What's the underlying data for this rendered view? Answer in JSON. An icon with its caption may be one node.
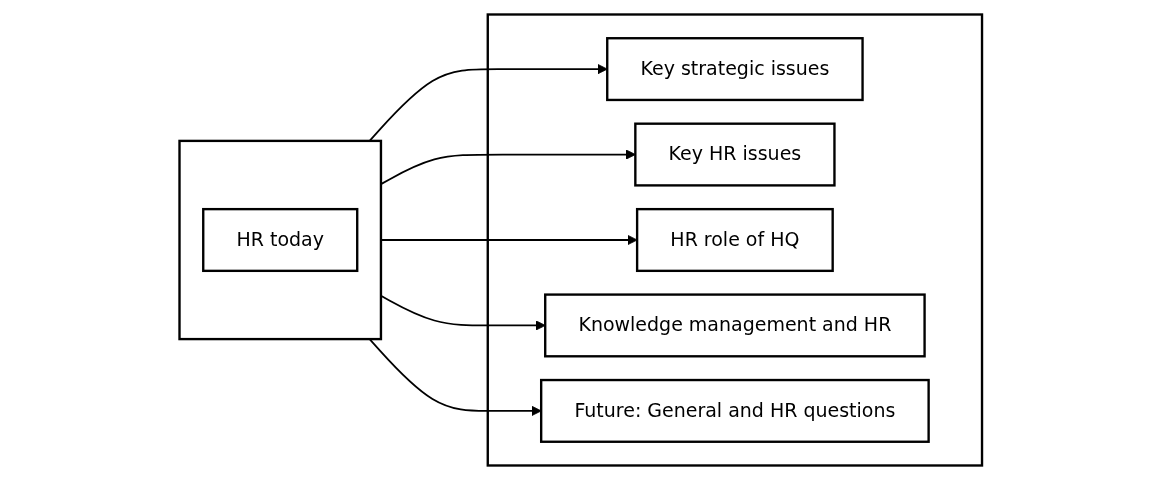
{
  "diagram": {
    "nodes": [
      {
        "text": [],
        "shape": "box"
      },
      {
        "text": [
          "HR today"
        ],
        "in": 0
      },
      {
        "text": [],
        "shape": "box"
      },
      {
        "text": [
          "Key strategic issues"
        ],
        "in": 2
      },
      {
        "text": [
          "Key HR issues"
        ],
        "in": 2
      },
      {
        "text": [
          "HR role of HQ"
        ],
        "in": 2
      },
      {
        "text": [
          "Knowledge management and HR"
        ],
        "in": 2
      },
      {
        "text": [
          "Future: General and HR questions"
        ],
        "in": 2
      }
    ],
    "edges": [
      {
        "from": 0,
        "to": 3,
        "arrow": "to"
      },
      {
        "from": 0,
        "to": 4,
        "arrow": "to"
      },
      {
        "from": 0,
        "to": 5,
        "arrow": "to"
      },
      {
        "from": 0,
        "to": 6,
        "arrow": "to"
      },
      {
        "from": 0,
        "to": 7,
        "arrow": "to"
      }
    ]
  }
}
